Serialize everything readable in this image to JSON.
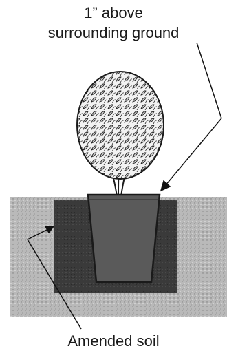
{
  "labels": {
    "top_line1": "1” above",
    "top_line2": "surrounding ground",
    "bottom": "Amended soil"
  },
  "colors": {
    "ground": "#b9b9b9",
    "amended_soil": "#3a3a3a",
    "root_ball": "#555555",
    "foliage": "#d6d6d6",
    "outline": "#1a1a1a"
  }
}
